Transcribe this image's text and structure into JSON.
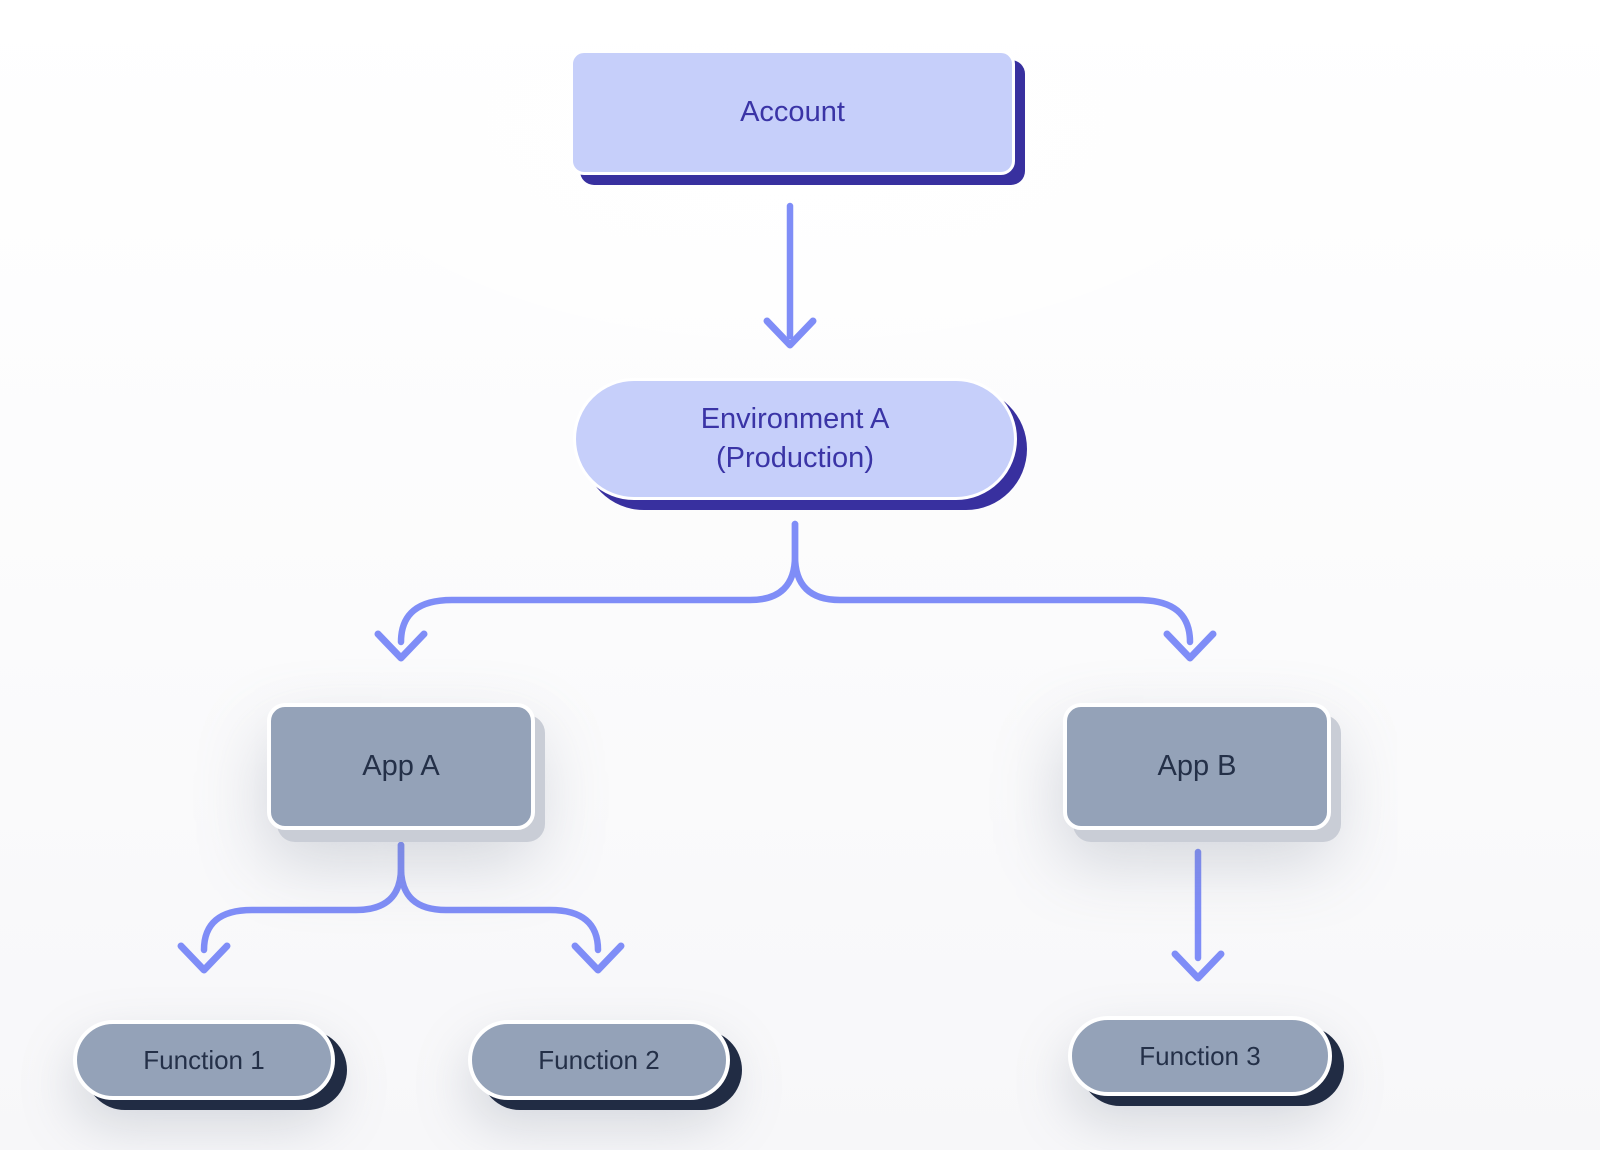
{
  "diagram": {
    "type": "hierarchy-flowchart",
    "nodes": [
      {
        "id": "account",
        "label": "Account",
        "shape": "rounded-rect",
        "variant": "indigo"
      },
      {
        "id": "environment-a",
        "label": "Environment A",
        "sublabel": "(Production)",
        "shape": "pill",
        "variant": "indigo"
      },
      {
        "id": "app-a",
        "label": "App A",
        "shape": "rounded-rect",
        "variant": "slate"
      },
      {
        "id": "app-b",
        "label": "App B",
        "shape": "rounded-rect",
        "variant": "slate"
      },
      {
        "id": "function-1",
        "label": "Function 1",
        "shape": "pill",
        "variant": "slate"
      },
      {
        "id": "function-2",
        "label": "Function 2",
        "shape": "pill",
        "variant": "slate"
      },
      {
        "id": "function-3",
        "label": "Function 3",
        "shape": "pill",
        "variant": "slate"
      }
    ],
    "edges": [
      {
        "from": "account",
        "to": "environment-a"
      },
      {
        "from": "environment-a",
        "to": "app-a"
      },
      {
        "from": "environment-a",
        "to": "app-b"
      },
      {
        "from": "app-a",
        "to": "function-1"
      },
      {
        "from": "app-a",
        "to": "function-2"
      },
      {
        "from": "app-b",
        "to": "function-3"
      }
    ],
    "colors": {
      "node_indigo_fill": "#c6cffa",
      "node_indigo_text": "#3a34a6",
      "node_indigo_shadow": "#38309f",
      "node_slate_fill": "#94a2b8",
      "node_slate_text": "#243048",
      "app_shadow": "#c9cdd6",
      "function_shadow": "#212c44",
      "arrow": "#7f8df7"
    }
  }
}
